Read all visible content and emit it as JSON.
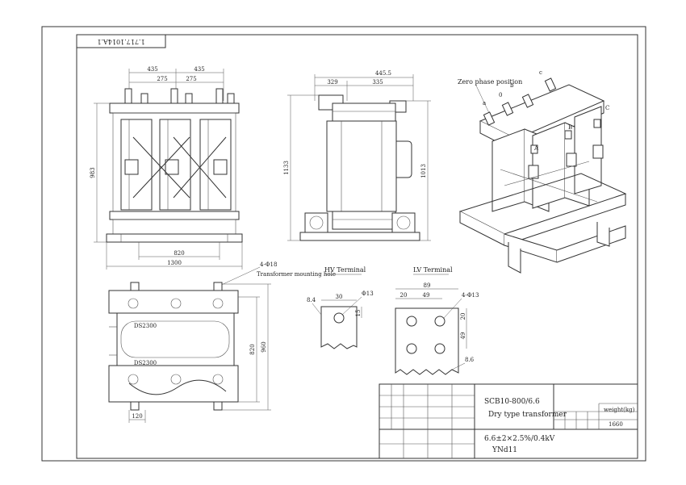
{
  "drawing_code": "1.717.1014A.1",
  "front_view": {
    "dims_top": [
      "435",
      "435",
      "275",
      "275"
    ],
    "height": "983",
    "width_inner": "820",
    "width_total": "1300"
  },
  "side_view": {
    "dims_top": [
      "445.5",
      "329",
      "335"
    ],
    "height_left": "1133",
    "height_right": "1013"
  },
  "iso_view": {
    "zero_phase_label": "Zero phase position",
    "phase_labels": [
      "a",
      "b",
      "c",
      "A",
      "B",
      "C",
      "0"
    ]
  },
  "plan_view": {
    "hole_spec": "4-Φ18",
    "hole_label": "Transformer mounting hole",
    "dim_right_inner": "820",
    "dim_right_outer": "960",
    "dim_bottom": "120",
    "nameplate_label": "DS2300"
  },
  "hv_terminal": {
    "title": "HV Terminal",
    "dims": [
      "8.4",
      "30",
      "Φ13",
      "15"
    ]
  },
  "lv_terminal": {
    "title": "LV Terminal",
    "dims": [
      "89",
      "20",
      "49",
      "4-Φ13",
      "20",
      "49",
      "8.6"
    ]
  },
  "title_block": {
    "model": "SCB10-800/6.6",
    "type": "Dry type transformer",
    "rating": "6.6±2×2.5%/0.4kV",
    "vector_group": "YNd11",
    "weight_label": "weight(kg)",
    "weight_value": "1660"
  }
}
